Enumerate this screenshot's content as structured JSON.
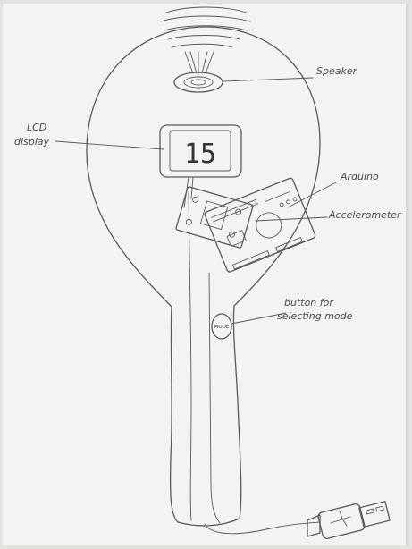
{
  "labels": {
    "speaker": "Speaker",
    "lcd_line1": "LCD",
    "lcd_line2": "display",
    "arduino": "Arduino",
    "accelerometer": "Accelerometer",
    "button_line1": "button for",
    "button_line2": "selecting mode"
  },
  "lcd_value": "15",
  "button_text": "MODE",
  "colors": {
    "paper": "#f4f3f1",
    "pencil": "#5a5a5a"
  }
}
